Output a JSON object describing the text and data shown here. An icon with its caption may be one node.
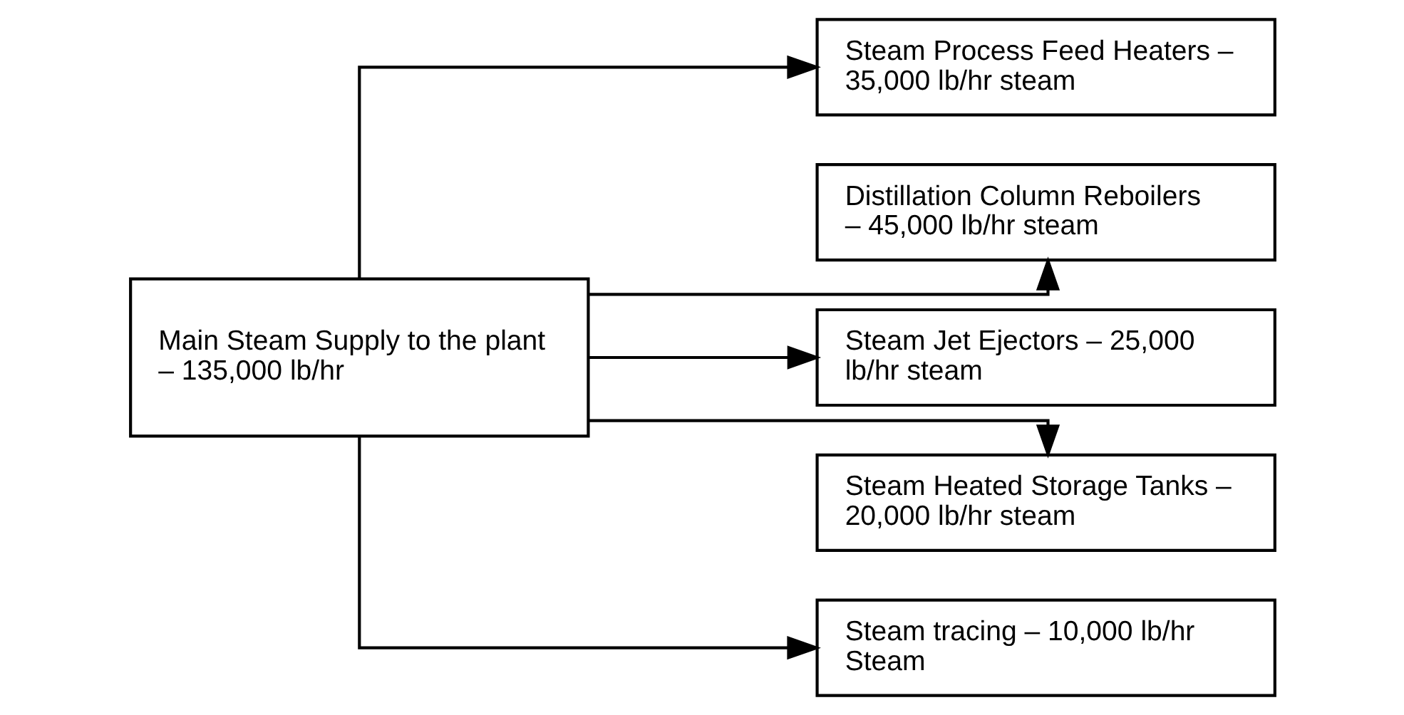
{
  "diagram": {
    "nodes": [
      {
        "text": [
          "Main Steam Supply to the plant – 135,000 lb/hr"
        ]
      },
      {
        "text": [
          "Steam Process Feed Heaters – 35,000 lb/hr steam"
        ]
      },
      {
        "text": [
          "Distillation Column Reboilers – 45,000 lb/hr steam"
        ]
      },
      {
        "text": [
          "Steam Jet Ejectors – 25,000 lb/hr steam"
        ]
      },
      {
        "text": [
          "Steam Heated Storage Tanks – 20,000 lb/hr steam"
        ]
      },
      {
        "text": [
          "Steam tracing – 10,000 lb/hr Steam"
        ]
      }
    ],
    "edges": [
      {
        "from": 0,
        "to": 1,
        "arrow": "to"
      },
      {
        "from": 0,
        "to": 2,
        "arrow": "to"
      },
      {
        "from": 0,
        "to": 3,
        "arrow": "to"
      },
      {
        "from": 0,
        "to": 4,
        "arrow": "to"
      },
      {
        "from": 0,
        "to": 5,
        "arrow": "to"
      }
    ]
  }
}
